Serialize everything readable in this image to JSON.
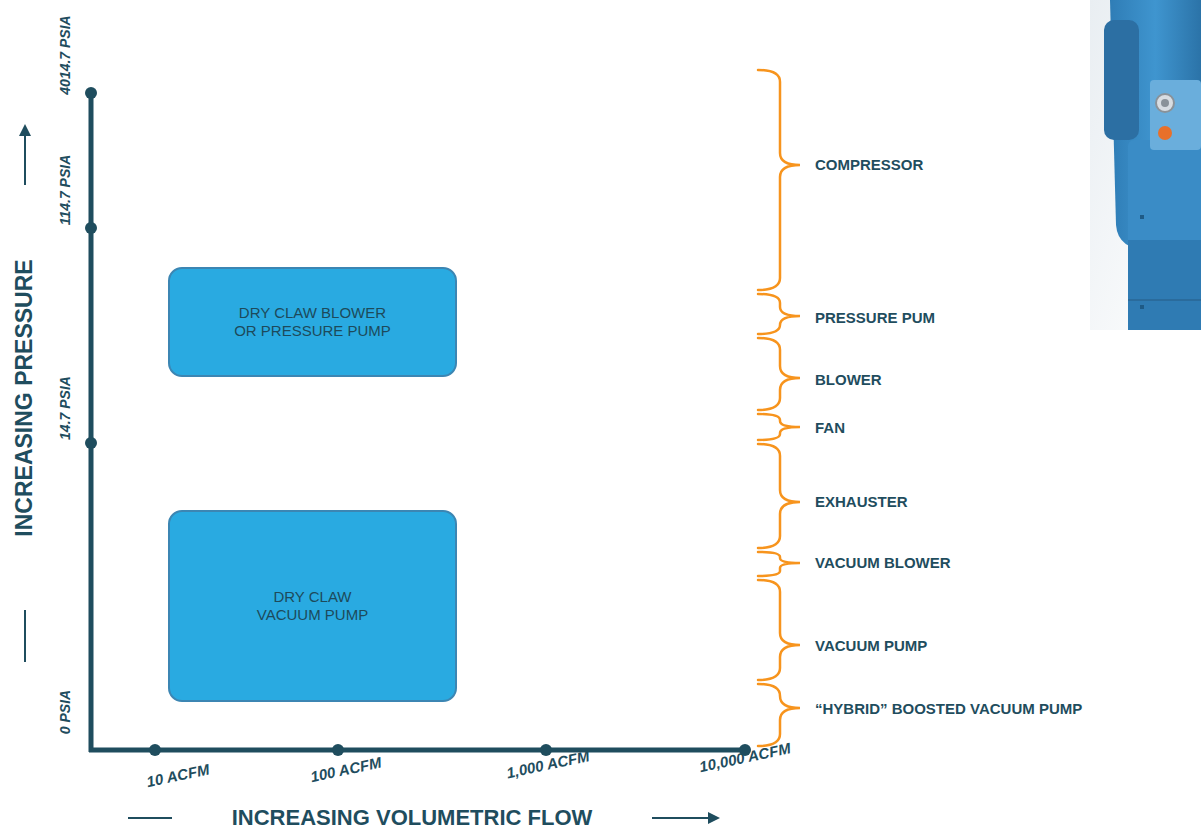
{
  "diagram": {
    "nodes": [
      {
        "text": [
          "DRY CLAW BLOWER OR PRESSURE PUMP"
        ]
      },
      {
        "text": [
          "DRY CLAW VACUUM PUMP"
        ]
      }
    ],
    "labels": [
      "4014.7 PSIA",
      "114.7 PSIA",
      "INCREASING PRESSURE",
      "14.7 PSIA",
      "0 PSIA",
      "10 ACFM",
      "100 ACFM",
      "1,000 ACFM",
      "10,000 ACFM",
      "INCREASING VOLUMETRIC FLOW",
      "COMPRESSOR",
      "PRESSURE PUM",
      "BLOWER",
      "FAN",
      "EXHAUSTER",
      "VACUUM BLOWER",
      "VACUUM PUMP",
      "“HYBRID” BOOSTED VACUUM PUMP"
    ]
  }
}
